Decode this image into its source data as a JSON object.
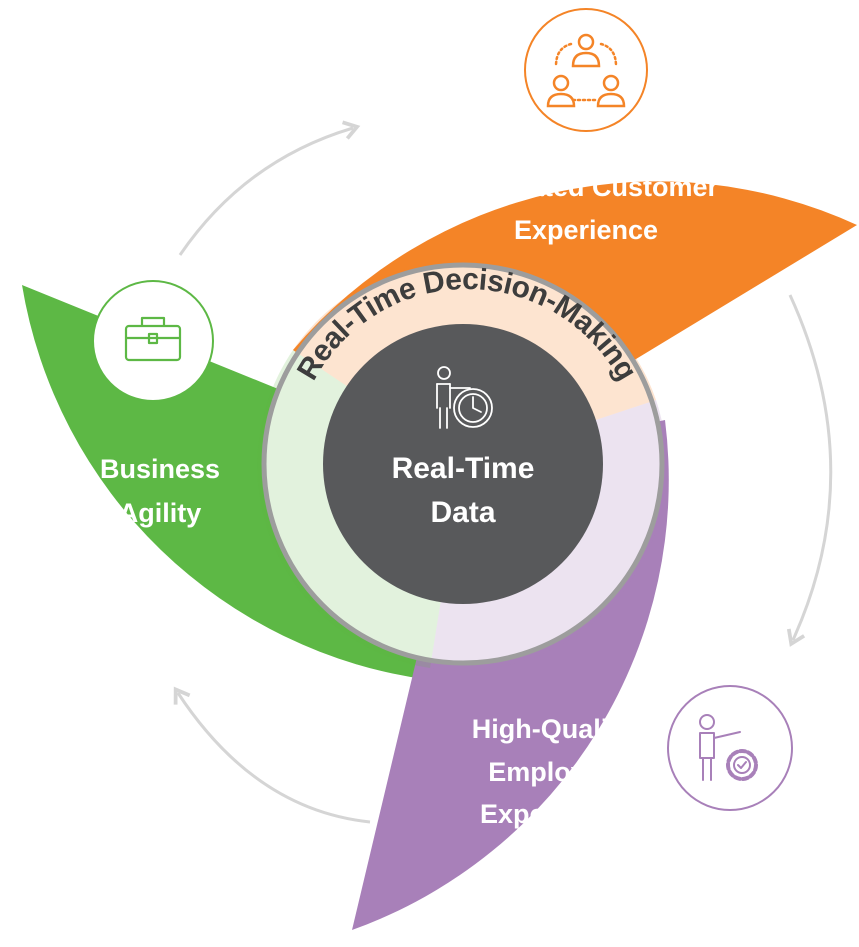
{
  "colors": {
    "orange": "#f48427",
    "green": "#5db845",
    "purple": "#a880b9",
    "core": "#58595b",
    "ring_border": "#9d9d9d",
    "arrow": "#d5d5d5"
  },
  "segments": {
    "customer": {
      "line1": "Integrated Customer",
      "line2": "Experience",
      "icon": "people-network-icon"
    },
    "agility": {
      "line1": "Business",
      "line2": "Agility",
      "icon": "briefcase-icon"
    },
    "employee": {
      "line1": "High-Quality",
      "line2": "Employee",
      "line3": "Experience",
      "icon": "person-gear-check-icon"
    }
  },
  "ring": {
    "label": "Real-Time Decision-Making"
  },
  "core": {
    "line1": "Real-Time",
    "line2": "Data",
    "icon": "person-clock-icon"
  }
}
